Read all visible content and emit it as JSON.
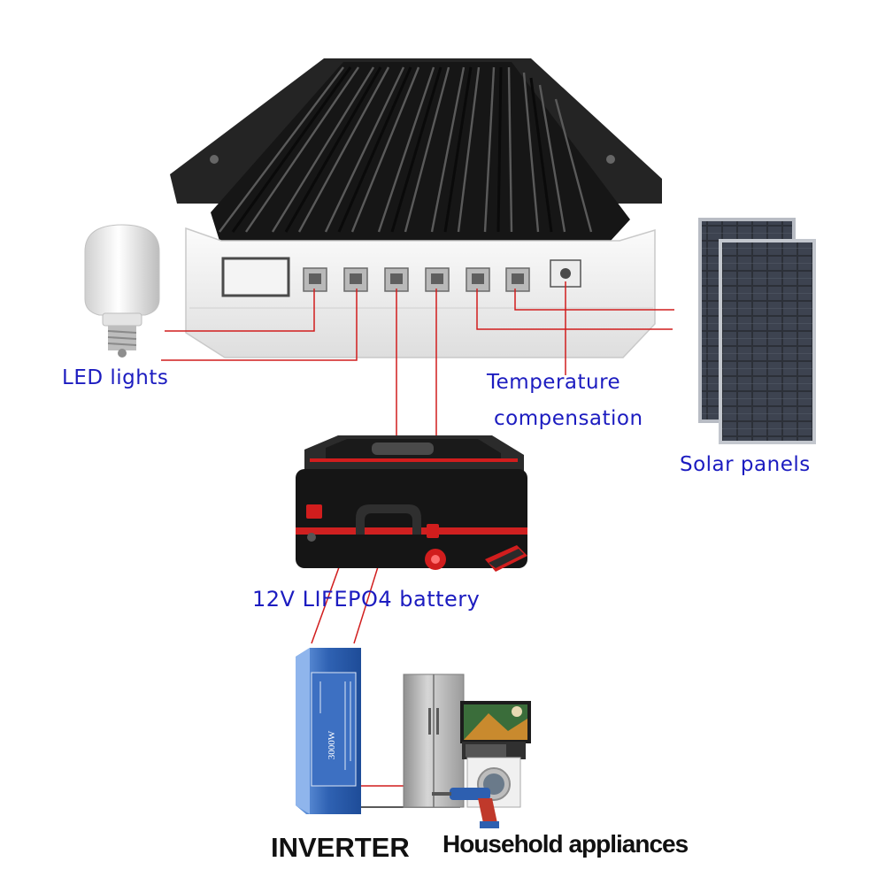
{
  "labels": {
    "led_lights": "LED lights",
    "temperature_line1": "Temperature",
    "temperature_line2": "compensation",
    "solar_panels": "Solar panels",
    "battery": "12V LIFEPO4 battery",
    "inverter": "INVERTER",
    "household": "Household appliances"
  },
  "inverter_print": {
    "power": "3000W"
  },
  "colors": {
    "wire": "#d11d1d",
    "label_blue": "#1c1cc0",
    "label_black": "#111111",
    "heatsink": "#1e1e1e",
    "controller_body": "#efefef",
    "inverter_blue": "#2f62b3"
  }
}
